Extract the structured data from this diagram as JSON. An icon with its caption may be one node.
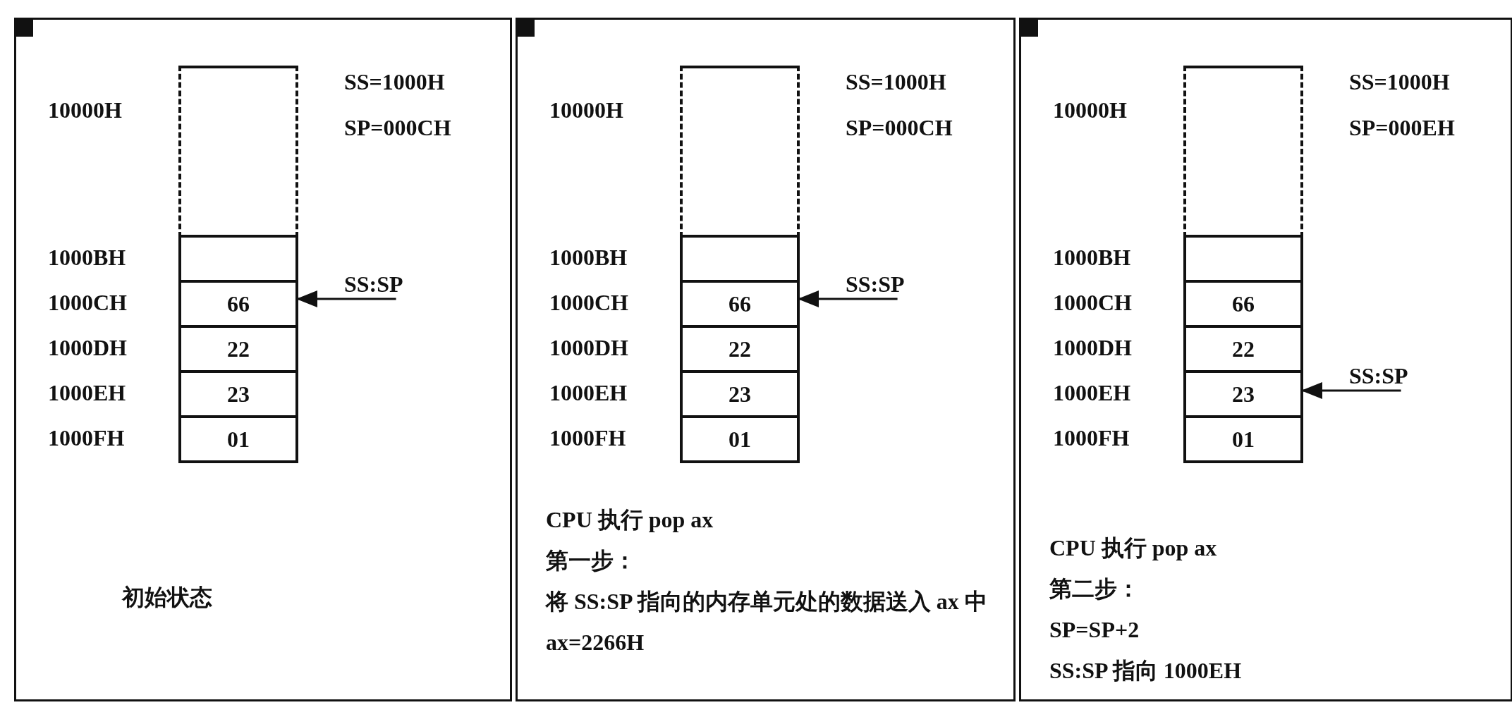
{
  "diagram": {
    "nodes": [
      {
        "text": [
          "初始状态"
        ]
      },
      {
        "text": [],
        "shape": "box",
        "in": 0
      },
      {
        "text": [],
        "shape": "box",
        "in": 0
      },
      {
        "text": [
          "66"
        ],
        "in": 0
      },
      {
        "text": [
          "22"
        ],
        "in": 0
      },
      {
        "text": [
          "23"
        ],
        "in": 0
      },
      {
        "text": [
          "01"
        ],
        "in": 0
      },
      {
        "text": [
          "SS:SP"
        ],
        "in": 0
      },
      {
        "text": [
          "CPU 执行 pop ax",
          "第一步：",
          "将 SS:SP 指向的内存单元处的数据送入 ax 中",
          "ax=2266H"
        ]
      },
      {
        "text": [],
        "shape": "box",
        "in": 8
      },
      {
        "text": [],
        "shape": "box",
        "in": 8
      },
      {
        "text": [
          "66"
        ],
        "in": 8
      },
      {
        "text": [
          "22"
        ],
        "in": 8
      },
      {
        "text": [
          "23"
        ],
        "in": 8
      },
      {
        "text": [
          "01"
        ],
        "in": 8
      },
      {
        "text": [
          "SS:SP"
        ],
        "in": 8
      },
      {
        "text": [
          "CPU 执行 pop ax",
          "第二步：",
          "SP=SP+2",
          "SS:SP 指向 1000EH"
        ]
      },
      {
        "text": [],
        "shape": "box",
        "in": 16
      },
      {
        "text": [],
        "shape": "box",
        "in": 16
      },
      {
        "text": [
          "66"
        ],
        "in": 16
      },
      {
        "text": [
          "22"
        ],
        "in": 16
      },
      {
        "text": [
          "23"
        ],
        "in": 16
      },
      {
        "text": [
          "01"
        ],
        "in": 16
      },
      {
        "text": [
          "SS:SP"
        ],
        "in": 16
      }
    ],
    "edges": [
      {
        "from": 7,
        "to": 3,
        "arrow": "to"
      },
      {
        "from": 15,
        "to": 11,
        "arrow": "to"
      },
      {
        "from": 23,
        "to": 21,
        "arrow": "to"
      }
    ],
    "labels": [
      "10000H",
      "SS=1000H",
      "SP=000CH",
      "1000BH",
      "1000CH",
      "1000DH",
      "1000EH",
      "1000FH",
      "10000H",
      "SS=1000H",
      "SP=000CH",
      "1000BH",
      "1000CH",
      "1000DH",
      "1000EH",
      "1000FH",
      "10000H",
      "SS=1000H",
      "SP=000EH",
      "1000BH",
      "1000CH",
      "1000DH",
      "1000EH",
      "1000FH"
    ]
  }
}
